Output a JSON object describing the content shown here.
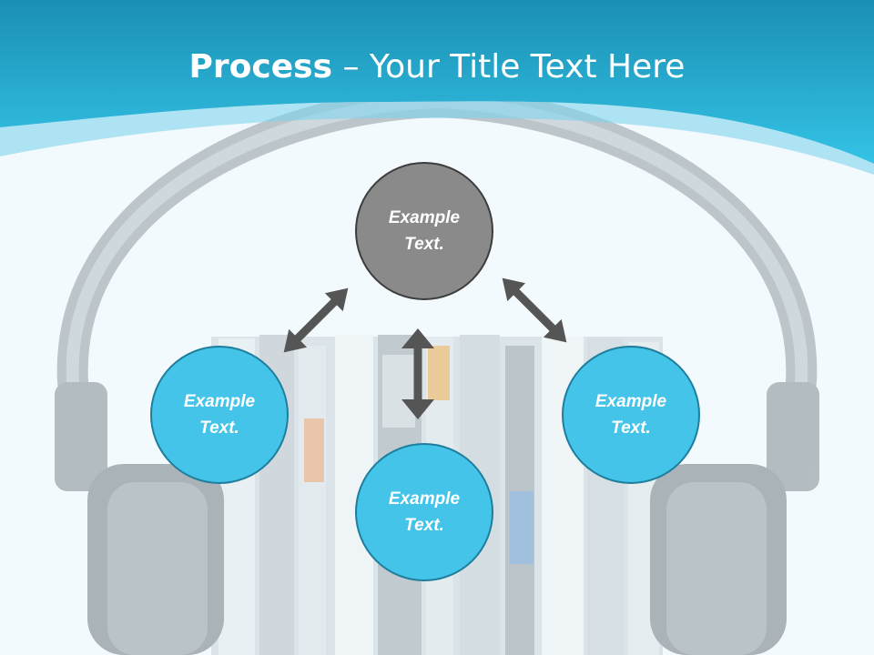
{
  "slide": {
    "title_bold": "Process",
    "title_rest": " – Your Title Text Here"
  },
  "nodes": {
    "top": {
      "line1": "Example",
      "line2": "Text."
    },
    "left": {
      "line1": "Example",
      "line2": "Text."
    },
    "bottom": {
      "line1": "Example",
      "line2": "Text."
    },
    "right": {
      "line1": "Example",
      "line2": "Text."
    }
  },
  "colors": {
    "header_blue": "#2bb6dc",
    "node_blue": "#43c4e8",
    "node_gray": "#8a8a8a",
    "arrow_gray": "#555555"
  },
  "icons": [
    "headphones-icon"
  ]
}
